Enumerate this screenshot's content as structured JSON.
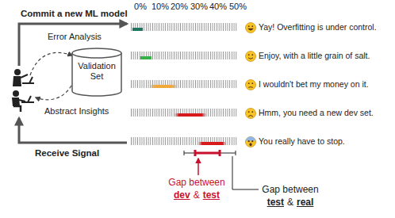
{
  "diagram": {
    "nodes": [
      {
        "text": [
          "Validation Set"
        ]
      }
    ],
    "labels": [
      "Commit a new ML model",
      "Error Analysis",
      "Abstract Insights",
      "Receive Signal",
      "0%",
      "10%",
      "20%",
      "30%",
      "40%",
      "50%",
      "Yay! Overfitting is under control.",
      "Enjoy, with a little grain of salt.",
      "I wouldn't bet my money on it.",
      "Hmm, you need a new dev set.",
      "You really have to stop.",
      "Gap between",
      "dev",
      "&",
      "test",
      "Gap between",
      "test",
      "&",
      "real"
    ]
  }
}
